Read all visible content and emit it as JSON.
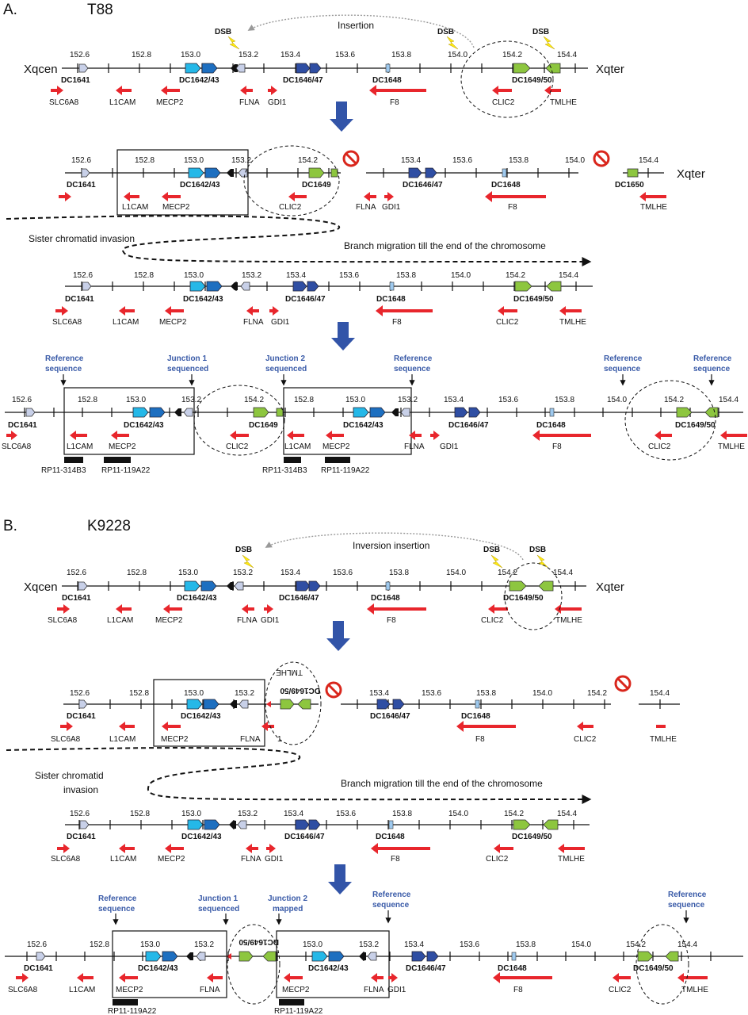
{
  "panel_a": {
    "letter": "A.",
    "sample": "T88",
    "dsb_label": "DSB",
    "insertion_label": "Insertion",
    "cen_label": "Xqcen",
    "ter_label": "Xqter",
    "sister_invasion": "Sister chromatid invasion",
    "branch_migration": "Branch migration till the end of the chromosome",
    "ref_sequence": [
      "Reference",
      "sequence"
    ],
    "junction1": [
      "Junction 1",
      "sequenced"
    ],
    "junction2": [
      "Junction 2",
      "sequenced"
    ],
    "bacs": [
      "RP11-314B3",
      "RP11-119A22",
      "RP11-314B3",
      "RP11-119A22"
    ]
  },
  "panel_b": {
    "letter": "B.",
    "sample": "K9228",
    "dsb_label": "DSB",
    "insertion_label": "Inversion insertion",
    "cen_label": "Xqcen",
    "ter_label": "Xqter",
    "sister_invasion": "Sister chromatid invasion",
    "branch_migration": "Branch migration till the end of the chromosome",
    "ref_sequence": [
      "Reference",
      "sequence"
    ],
    "junction1": [
      "Junction 1",
      "sequenced"
    ],
    "junction2": [
      "Junction 2",
      "mapped"
    ],
    "bacs": [
      "RP11-119A22",
      "RP11-119A22"
    ]
  },
  "ticks": [
    "152.6",
    "152.8",
    "153.0",
    "153.2",
    "153.4",
    "153.6",
    "153.8",
    "154.0",
    "154.2",
    "154.4"
  ],
  "dc_labels": [
    "DC1641",
    "DC1642/43",
    "DC1646/47",
    "DC1648",
    "DC1649/50",
    "DC1649",
    "DC1650"
  ],
  "genes": [
    "SLC6A8",
    "L1CAM",
    "MECP2",
    "FLNA",
    "GDI1",
    "F8",
    "CLIC2",
    "TMLHE"
  ],
  "misc": {
    "one": "1"
  },
  "colors": {
    "arrow_red": "#e8262c",
    "gene_cyan": "#25b8e8",
    "gene_blue": "#1e6fc0",
    "gene_navy": "#2f4ea3",
    "gene_green": "#8dc63f",
    "big_arrow": "#3254a8",
    "ref_blue": "#3a5ba8"
  }
}
